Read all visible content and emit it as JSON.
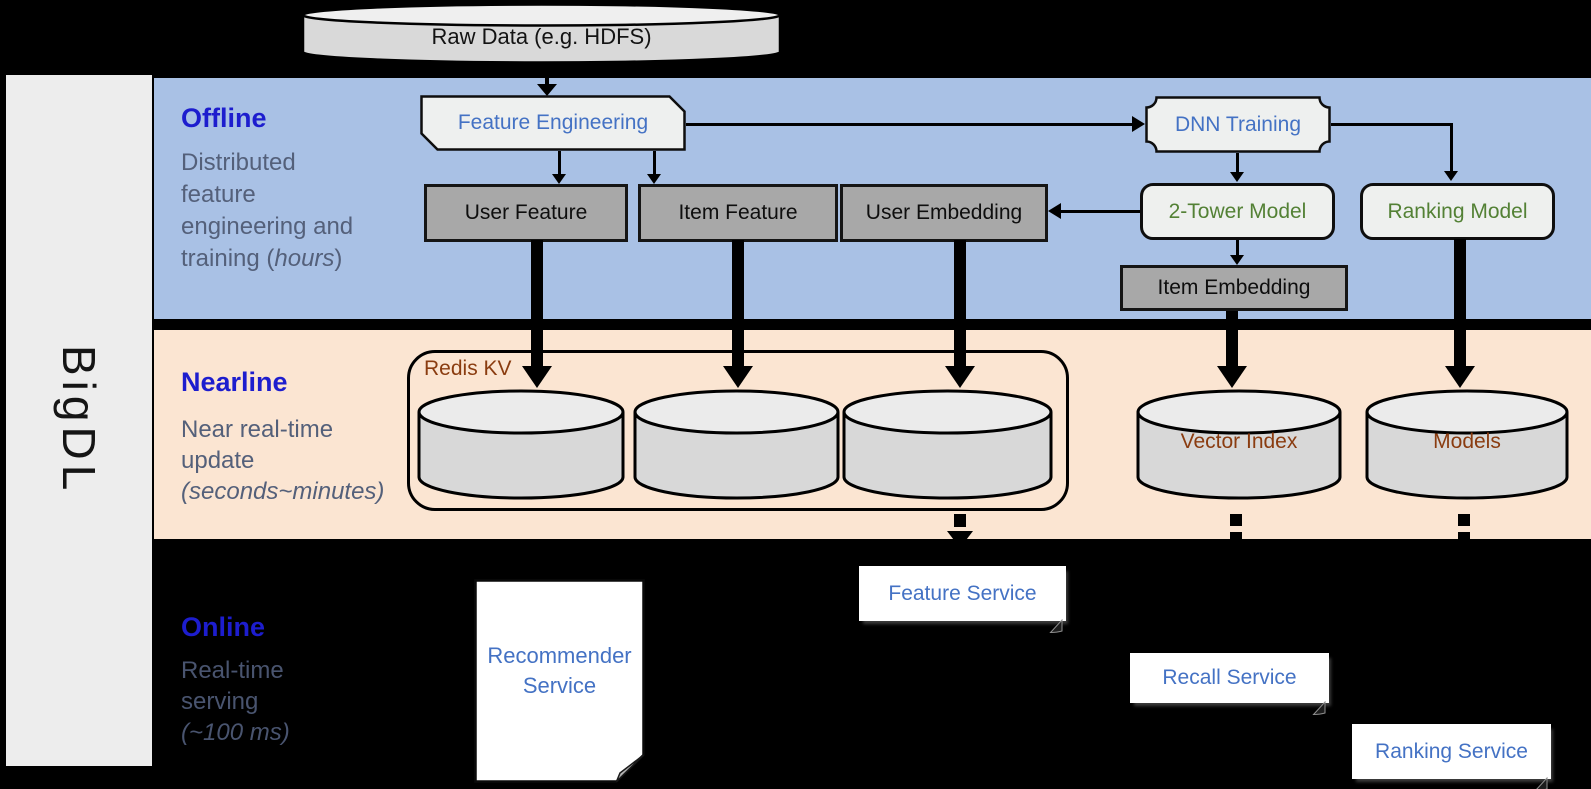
{
  "sidebar": {
    "brand": "BigDL"
  },
  "raw_data": {
    "label": "Raw Data (e.g. HDFS)"
  },
  "bands": {
    "offline": {
      "title": "Offline",
      "line1": "Distributed",
      "line2": "feature",
      "line3": "engineering and",
      "line4_pre": "training (",
      "line4_italic": "hours",
      "line4_post": ")"
    },
    "nearline": {
      "title": "Nearline",
      "line1": "Near real-time",
      "line2": "update",
      "line3_italic": "(seconds~minutes)"
    },
    "online": {
      "title": "Online",
      "line1": "Real-time",
      "line2": "serving",
      "line3_italic": "(~100 ms)"
    }
  },
  "nodes": {
    "feature_engineering": "Feature Engineering",
    "dnn_training": "DNN Training",
    "user_feature": "User Feature",
    "item_feature": "Item Feature",
    "user_embedding": "User Embedding",
    "two_tower_model": "2-Tower Model",
    "ranking_model": "Ranking Model",
    "item_embedding": "Item Embedding",
    "redis_kv": "Redis KV",
    "vector_index": "Vector Index",
    "models": "Models",
    "recommender_line1": "Recommender",
    "recommender_line2": "Service",
    "feature_service": "Feature Service",
    "recall_service": "Recall Service",
    "ranking_service": "Ranking Service"
  },
  "colors": {
    "offline_band": "#a9c1e5",
    "nearline_band": "#fbe5d2",
    "background": "#000000",
    "band_title_blue": "#1d1dce",
    "node_text_blue": "#4472c4",
    "model_text_green": "#538135",
    "storage_text_brown": "#8a3c10",
    "subtitle_gray": "#54607a",
    "gray_box": "#a8a8a8",
    "light_box": "#eef0ee",
    "cylinder_fill": "#d8d8d8"
  }
}
